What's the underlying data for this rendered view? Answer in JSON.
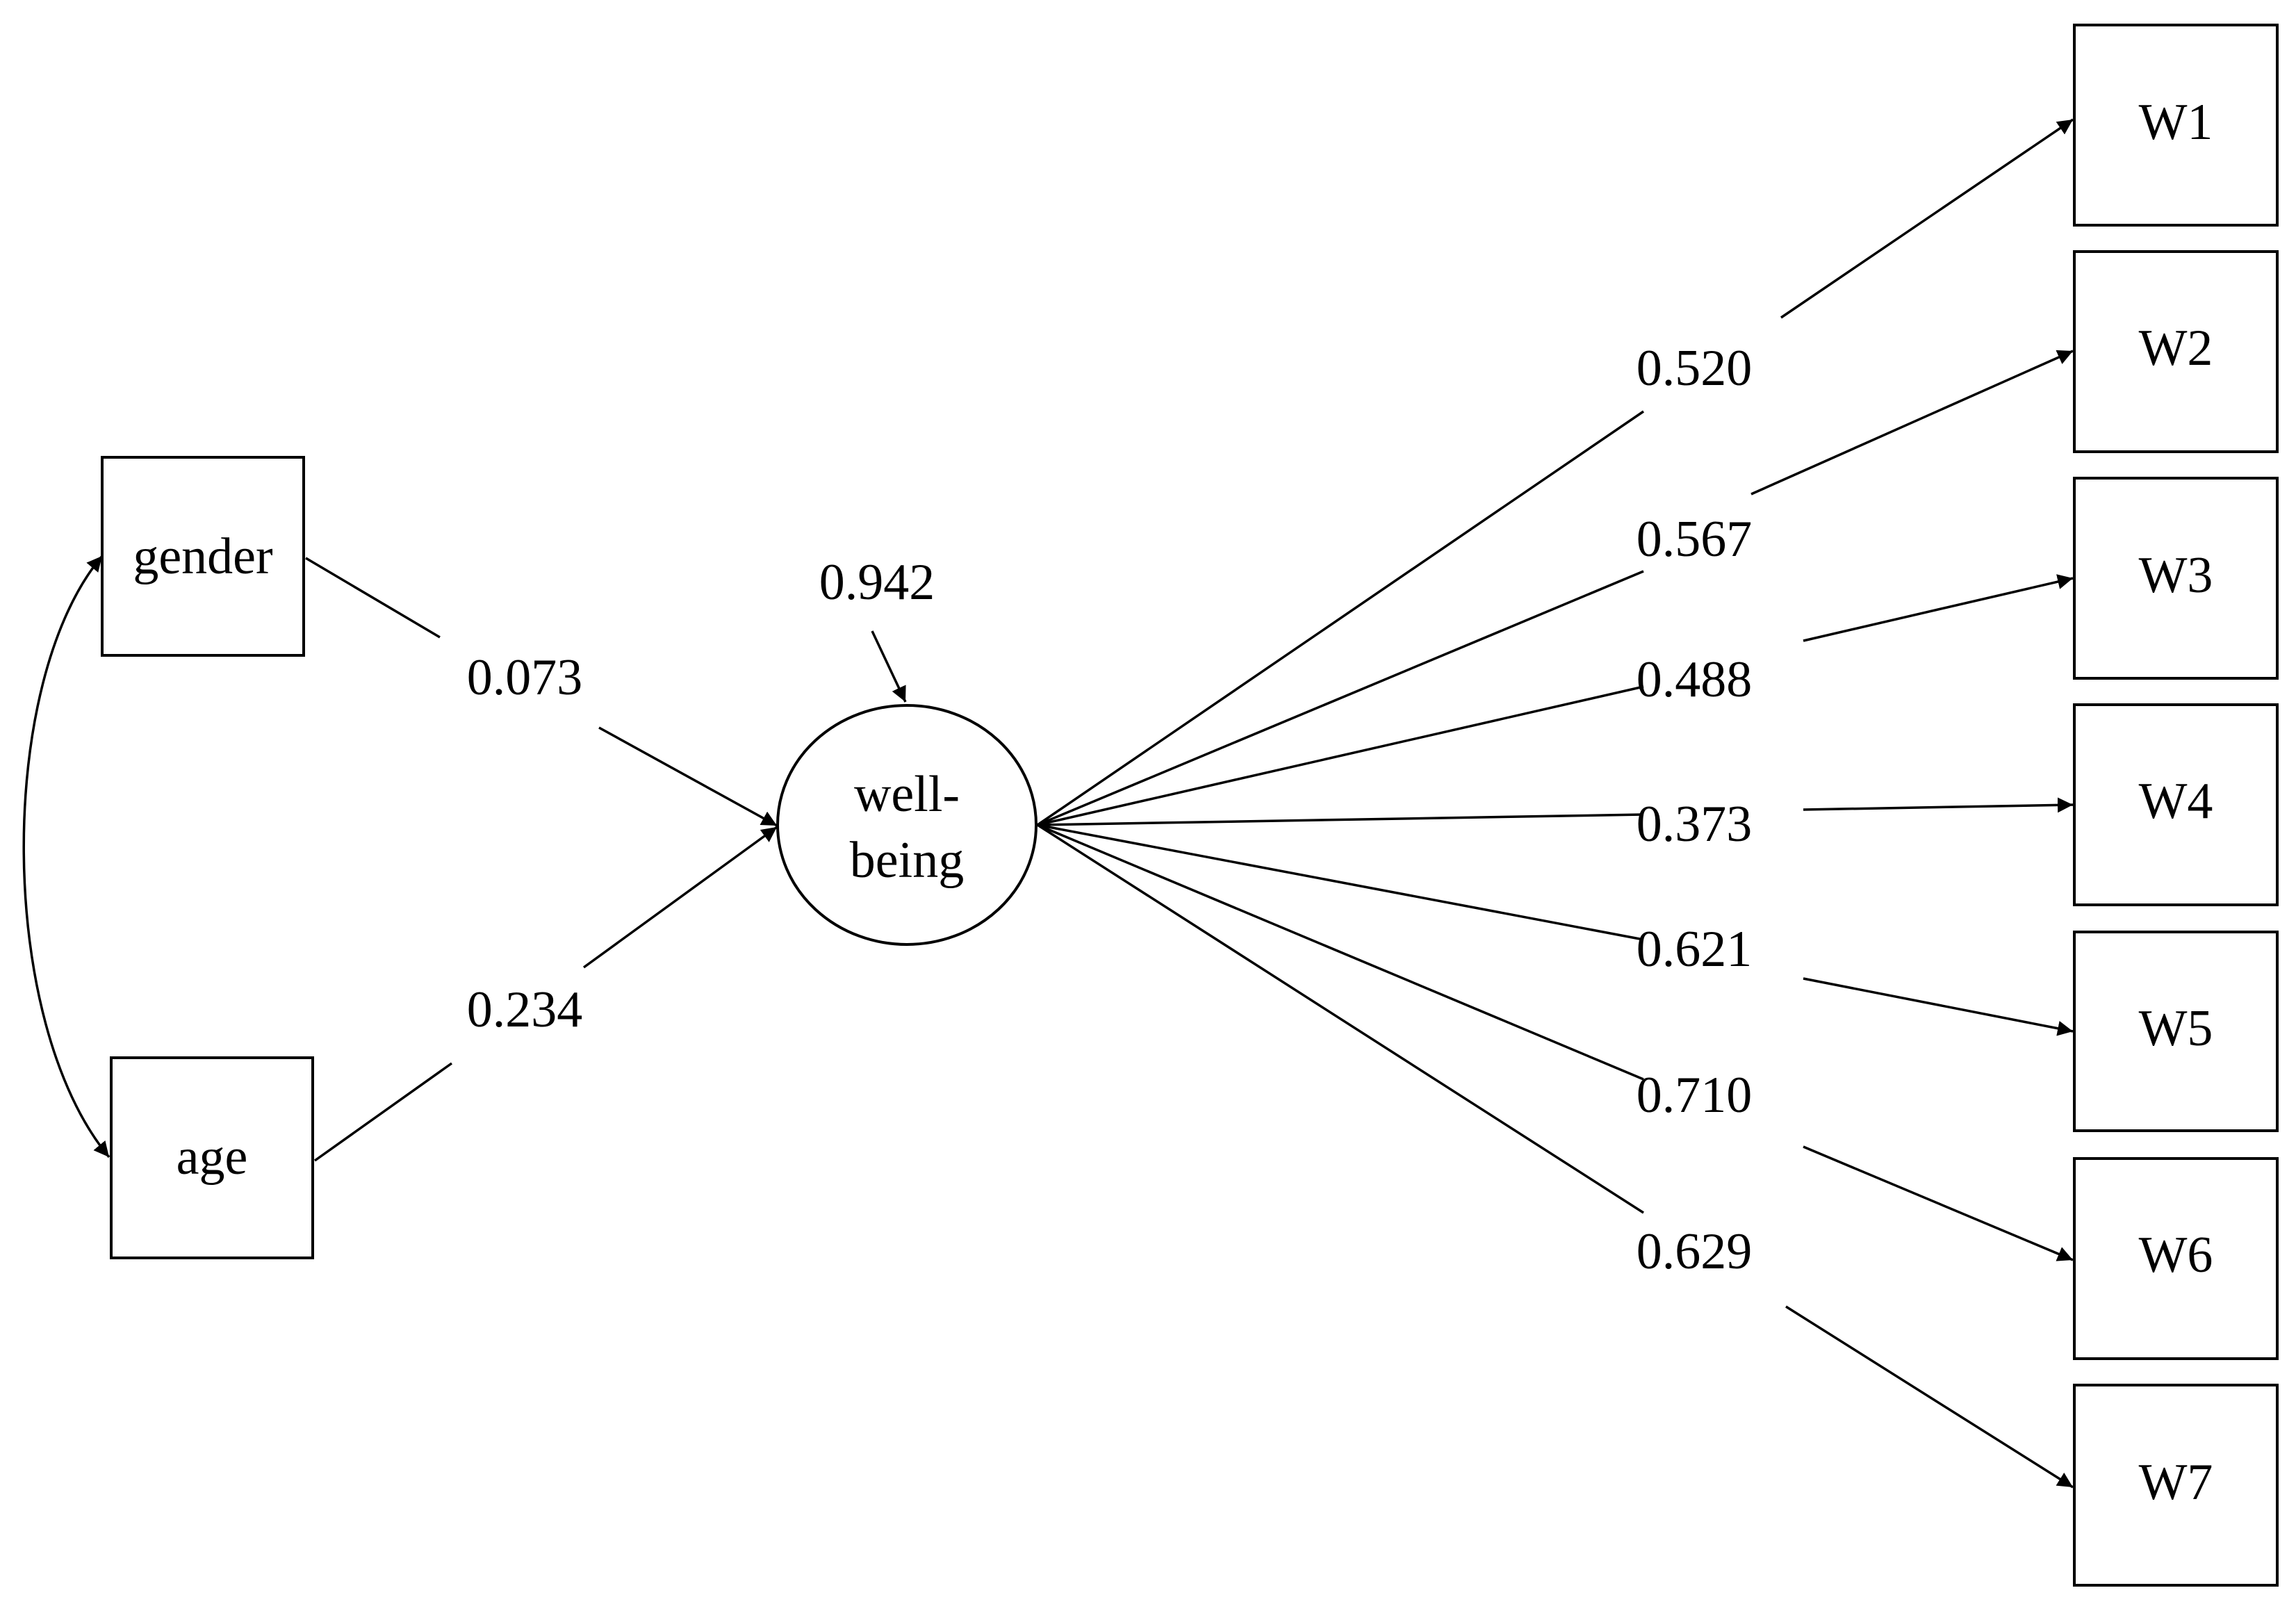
{
  "diagram": {
    "predictors": [
      {
        "id": "gender",
        "label": "gender"
      },
      {
        "id": "age",
        "label": "age"
      }
    ],
    "latent": {
      "id": "wellbeing",
      "label_line1": "well-",
      "label_line2": "being"
    },
    "residual": "0.942",
    "paths": [
      {
        "from": "gender",
        "to": "wellbeing",
        "coef": "0.073"
      },
      {
        "from": "age",
        "to": "wellbeing",
        "coef": "0.234"
      }
    ],
    "indicators": [
      {
        "id": "W1",
        "label": "W1",
        "loading": "0.520"
      },
      {
        "id": "W2",
        "label": "W2",
        "loading": "0.567"
      },
      {
        "id": "W3",
        "label": "W3",
        "loading": "0.488"
      },
      {
        "id": "W4",
        "label": "W4",
        "loading": "0.373"
      },
      {
        "id": "W5",
        "label": "W5",
        "loading": "0.621"
      },
      {
        "id": "W6",
        "label": "W6",
        "loading": "0.710"
      },
      {
        "id": "W7",
        "label": "W7",
        "loading": "0.629"
      }
    ]
  }
}
